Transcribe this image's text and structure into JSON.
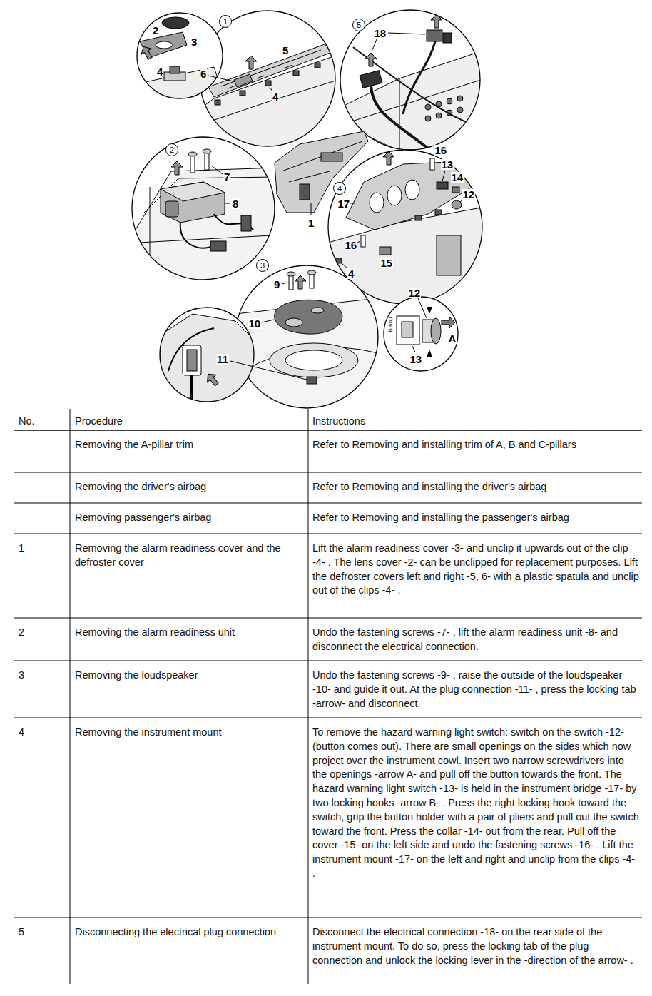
{
  "diagram": {
    "nodes": [
      {
        "text": [
          "1"
        ]
      },
      {
        "text": [
          "5"
        ]
      },
      {
        "text": [
          "2"
        ]
      },
      {
        "text": [
          "4"
        ]
      },
      {
        "text": [
          "3"
        ]
      }
    ],
    "labels": [
      "2",
      "3",
      "4",
      "6",
      "5",
      "4",
      "18",
      "7",
      "8",
      "1",
      "16",
      "13",
      "14",
      "12",
      "17",
      "15",
      "16",
      "4",
      "12",
      "13",
      "A",
      "B 600",
      "9",
      "10",
      "11",
      "No.",
      "Procedure",
      "Instructions",
      "Removing the A-pillar trim",
      "Refer to Removing and installing trim of A, B and C-pillars",
      "Removing the driver's airbag",
      "Refer to Removing and installing the driver's airbag",
      "Removing passenger's airbag",
      "Refer to Removing and installing the passenger's airbag",
      "1",
      "Removing the alarm readiness cover and the defroster cover",
      "Lift the alarm readiness cover -3- and unclip it upwards out of the clip -4- . The lens cover -2- can be unclipped for replacement purposes. Lift the defroster covers left and right -5, 6- with a plastic spatula and unclip out of the clips -4- .",
      "2",
      "Removing the alarm readiness unit",
      "Undo the fastening screws -7- , lift the alarm readiness unit -8- and disconnect the electrical connection.",
      "3",
      "Removing the loudspeaker",
      "Undo the fastening screws -9- , raise the outside of the loudspeaker -10- and guide it out. At the plug connection -11- , press the locking tab -arrow- and disconnect.",
      "4",
      "Removing the instrument mount",
      "To remove the hazard warning light switch: switch on the switch -12- (button comes out). There are small openings on the sides which now project over the instrument cowl. Insert two narrow screwdrivers into the openings -arrow A- and pull off the button towards the front. The hazard warning light switch -13- is held in the instrument bridge -17- by two locking hooks -arrow B- . Press the right locking hook toward the switch, grip the button holder with a pair of pliers and pull out the switch toward the front. Press the collar -14- out from the rear. Pull off the cover -15- on the left side and undo the fastening screws -16- . Lift the instrument mount -17- on the left and right and unclip from the clips -4- .",
      "5",
      "Disconnecting the electrical plug connection",
      "Disconnect the electrical connection -18- on the rear side of the instrument mount. To do so, press the locking tab of the plug connection and unlock the locking lever in the -direction of the arrow- ."
    ]
  }
}
